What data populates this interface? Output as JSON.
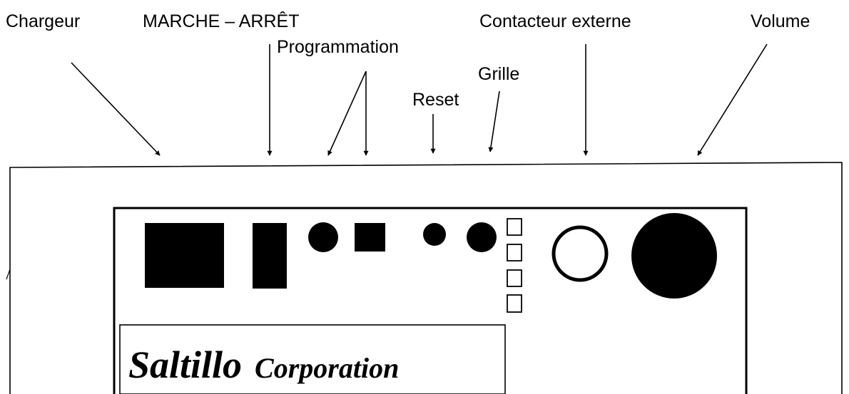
{
  "labels": {
    "chargeur": "Chargeur",
    "marche_arret": "MARCHE – ARRÊT",
    "programmation": "Programmation",
    "reset": "Reset",
    "grille": "Grille",
    "contacteur_externe": "Contacteur externe",
    "volume": "Volume"
  },
  "brand": {
    "name": "Saltillo",
    "suffix": "Corporation"
  },
  "colors": {
    "ink": "#000000",
    "background": "#ffffff"
  }
}
